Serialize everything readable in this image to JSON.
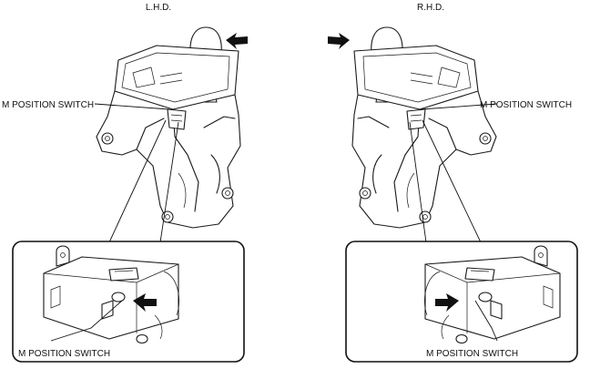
{
  "labels": {
    "left_heading": "L.H.D.",
    "right_heading": "R.H.D.",
    "left_callout": "M POSITION SWITCH",
    "right_callout": "M POSITION SWITCH",
    "left_detail_callout": "M POSITION SWITCH",
    "right_detail_callout": "M POSITION SWITCH"
  }
}
